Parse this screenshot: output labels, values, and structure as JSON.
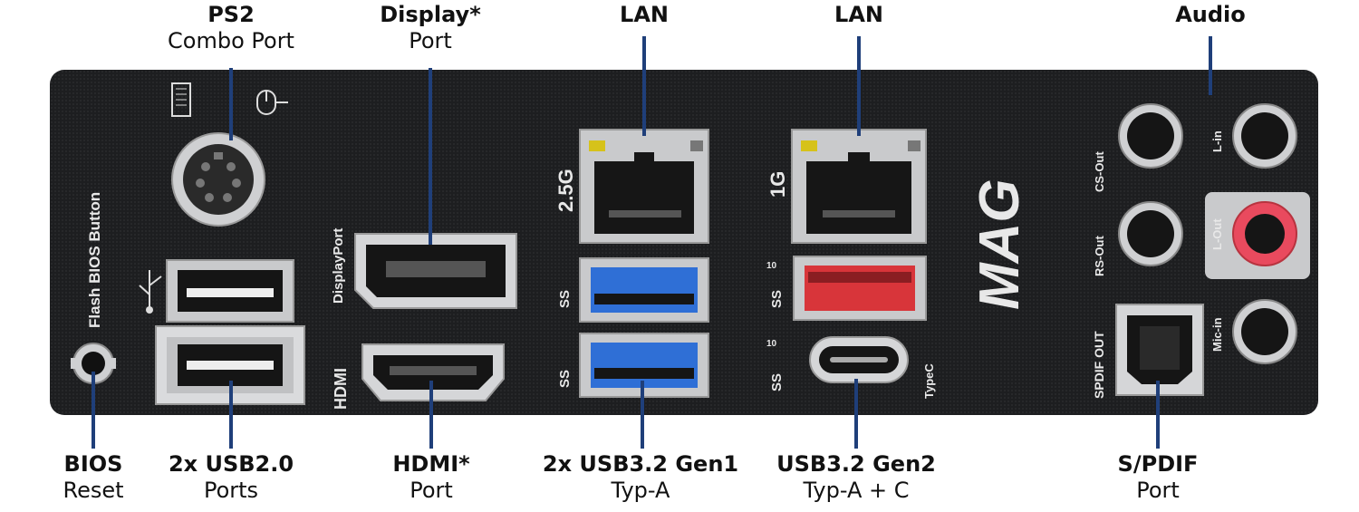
{
  "labels": {
    "ps2": {
      "bold": "PS2",
      "sub": "Combo Port"
    },
    "dp": {
      "bold": "Display*",
      "sub": "Port"
    },
    "lan1": {
      "bold": "LAN",
      "sub": ""
    },
    "lan2": {
      "bold": "LAN",
      "sub": ""
    },
    "audio": {
      "bold": "Audio",
      "sub": ""
    },
    "bios": {
      "bold": "BIOS",
      "sub": "Reset"
    },
    "usb2": {
      "bold": "2x USB2.0",
      "sub": "Ports"
    },
    "hdmi": {
      "bold": "HDMI*",
      "sub": "Port"
    },
    "usb31": {
      "bold": "2x USB3.2 Gen1",
      "sub": "Typ-A"
    },
    "usb32": {
      "bold": "USB3.2 Gen2",
      "sub": "Typ-A + C"
    },
    "spdif": {
      "bold": "S/PDIF",
      "sub": "Port"
    }
  },
  "panel_text": {
    "flash_bios": "Flash BIOS Button",
    "displayport": "DisplayPort",
    "hdmi_logo": "HDMI",
    "lan_25g": "2.5G",
    "lan_1g": "1G",
    "typec": "TypeC",
    "ss": "SS",
    "ss10": "10",
    "brand": "MAG",
    "spdif_out": "SPDIF OUT",
    "rs_out": "RS-Out",
    "cs_out": "CS-Out",
    "l_in": "L-in",
    "l_out": "L-Out",
    "mic_in": "Mic-in"
  },
  "colors": {
    "leader": "#1f3f7a",
    "panel": "#1d1e20",
    "usb3_blue": "#2f6fd6",
    "usb_gen2_red": "#d8353a",
    "audio_pink": "#e94a5e",
    "lan_led_yellow": "#d6c21a"
  }
}
